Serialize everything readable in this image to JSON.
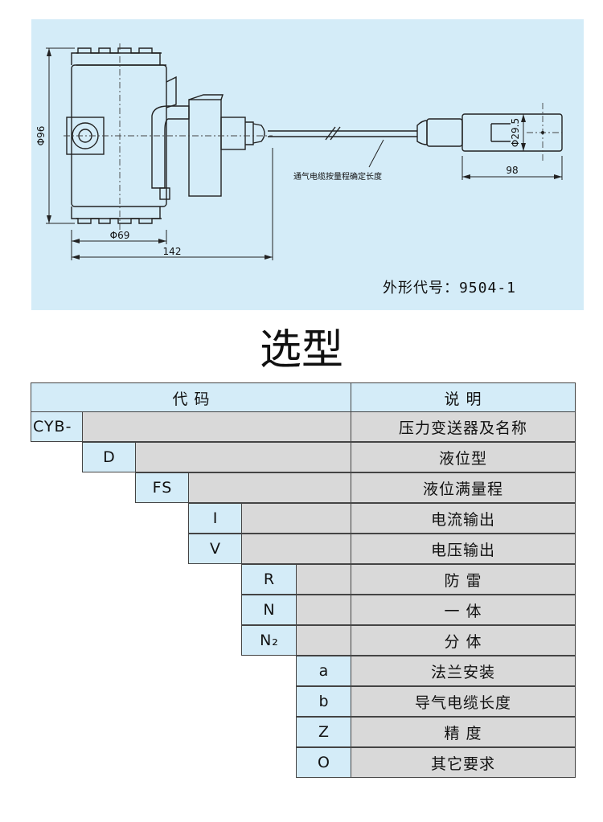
{
  "drawing": {
    "dims": {
      "d96": "Φ96",
      "d69": "Φ69",
      "l142": "142",
      "d29_5": "Φ29.5",
      "l98": "98"
    },
    "cable_note": "通气电缆按量程确定长度",
    "code_label": "外形代号：9504-1"
  },
  "title": "选型",
  "table": {
    "header": {
      "code": "代        码",
      "desc": "说    明"
    },
    "rows": [
      {
        "code": "CYB-",
        "desc": "压力变送器及名称"
      },
      {
        "code": "D",
        "desc": "液位型"
      },
      {
        "code": "FS",
        "desc": "液位满量程"
      },
      {
        "code": "I",
        "desc": "电流输出"
      },
      {
        "code": "V",
        "desc": "电压输出"
      },
      {
        "code": "R",
        "desc": "防    雷"
      },
      {
        "code": "N",
        "desc": "一    体"
      },
      {
        "code": "N₂",
        "desc": "分    体"
      },
      {
        "code": "a",
        "desc": "法兰安装"
      },
      {
        "code": "b",
        "desc": "导气电缆长度"
      },
      {
        "code": "Z",
        "desc": "精    度"
      },
      {
        "code": "O",
        "desc": "其它要求"
      }
    ]
  }
}
